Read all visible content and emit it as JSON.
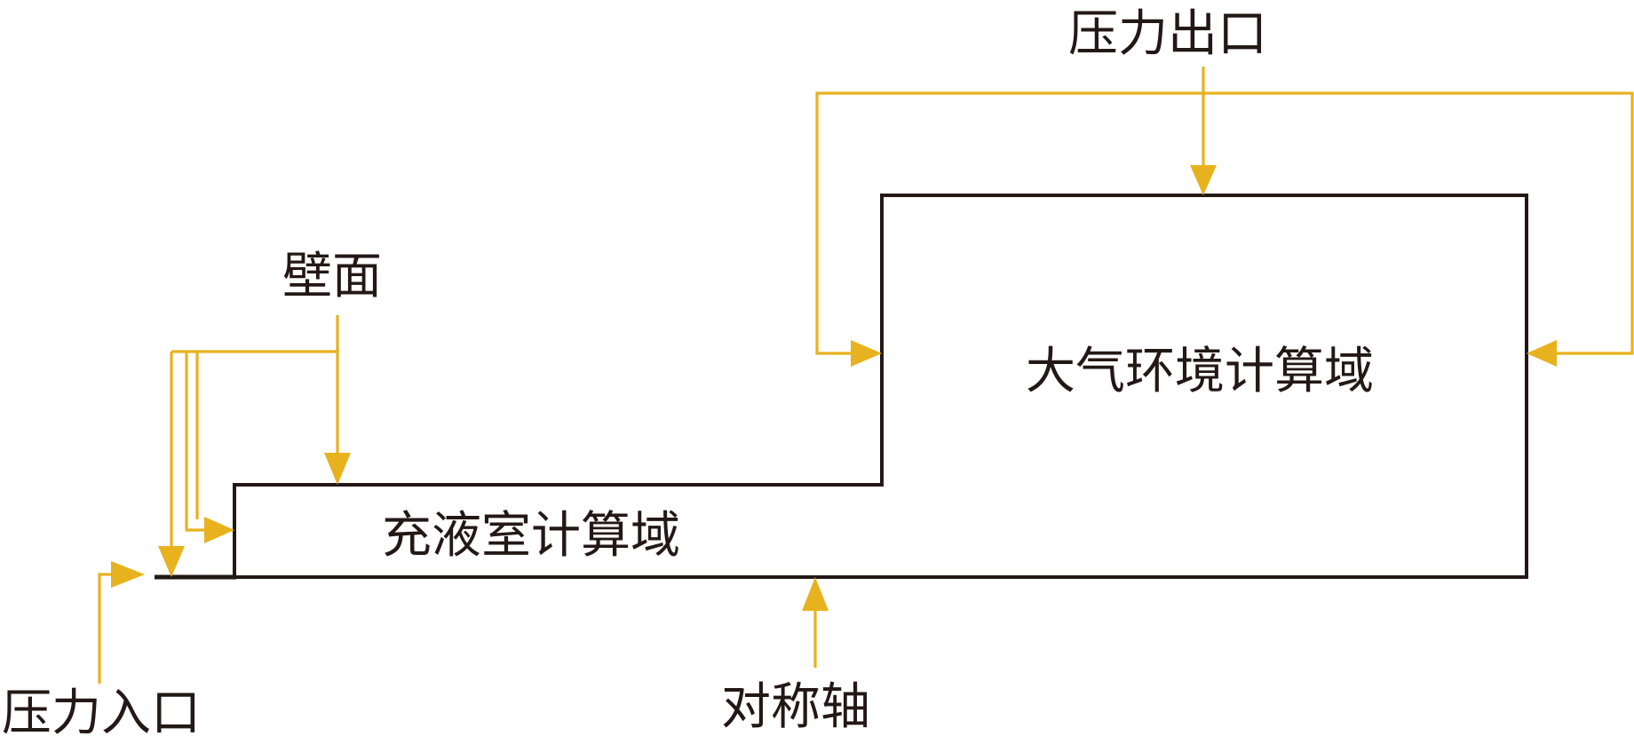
{
  "labels": {
    "pressure_outlet": "压力出口",
    "wall": "壁面",
    "atmosphere_domain": "大气环境计算域",
    "chamber_domain": "充液室计算域",
    "pressure_inlet": "压力入口",
    "symmetry_axis": "对称轴"
  },
  "colors": {
    "outline": "#231815",
    "leader": "#e8b21e",
    "background": "#ffffff"
  }
}
